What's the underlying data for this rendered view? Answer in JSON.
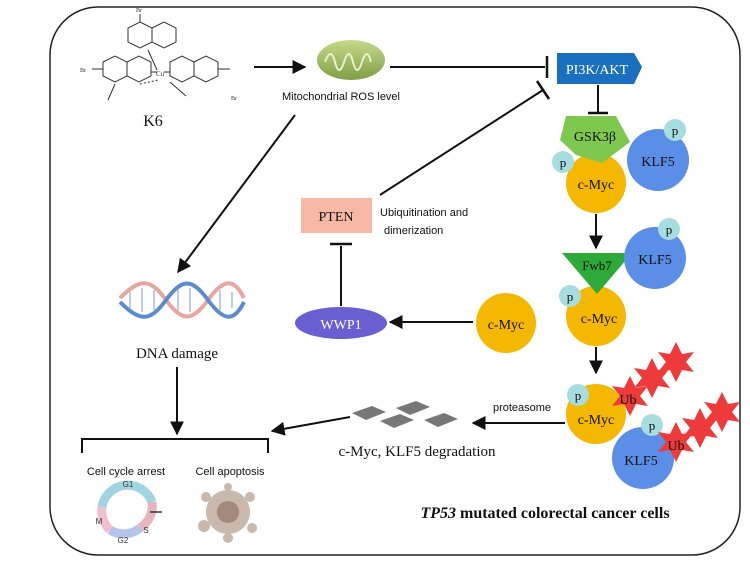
{
  "title": {
    "italic": "TP53",
    "rest": " mutated colorectal cancer cells"
  },
  "compound": {
    "label": "K6",
    "metal": "Cu",
    "substituent": "Br"
  },
  "mito": {
    "label": "Mitochondrial ROS level"
  },
  "pi3k": {
    "label": "PI3K/AKT",
    "color": "#1a6fbf"
  },
  "gsk3b": {
    "label": "GSK3β",
    "color": "#7ec850"
  },
  "klf5": {
    "label": "KLF5",
    "color": "#5b8ee6"
  },
  "cmyc": {
    "label": "c-Myc",
    "color": "#f5b800"
  },
  "fwb7": {
    "label": "Fwb7",
    "color": "#2eaa3a"
  },
  "pten": {
    "label": "PTEN",
    "color": "#f7b9a6"
  },
  "wwp1": {
    "label": "WWP1",
    "color": "#6a5fd0"
  },
  "phospho": {
    "label": "p",
    "color": "#a8dde0"
  },
  "ub": {
    "label": "Ub",
    "color": "#ee3a3a"
  },
  "ubiq": {
    "line1": "Ubiquitination and",
    "line2": "dimerization"
  },
  "dna": {
    "label": "DNA damage"
  },
  "proteasome": {
    "label": "proteasome"
  },
  "degradation": {
    "label": "c-Myc, KLF5 degradation"
  },
  "outcomes": {
    "arrest": "Cell cycle arrest",
    "apoptosis": "Cell apoptosis"
  },
  "cycle": {
    "g1": "G1",
    "s": "S",
    "g2": "G2",
    "m": "M"
  }
}
